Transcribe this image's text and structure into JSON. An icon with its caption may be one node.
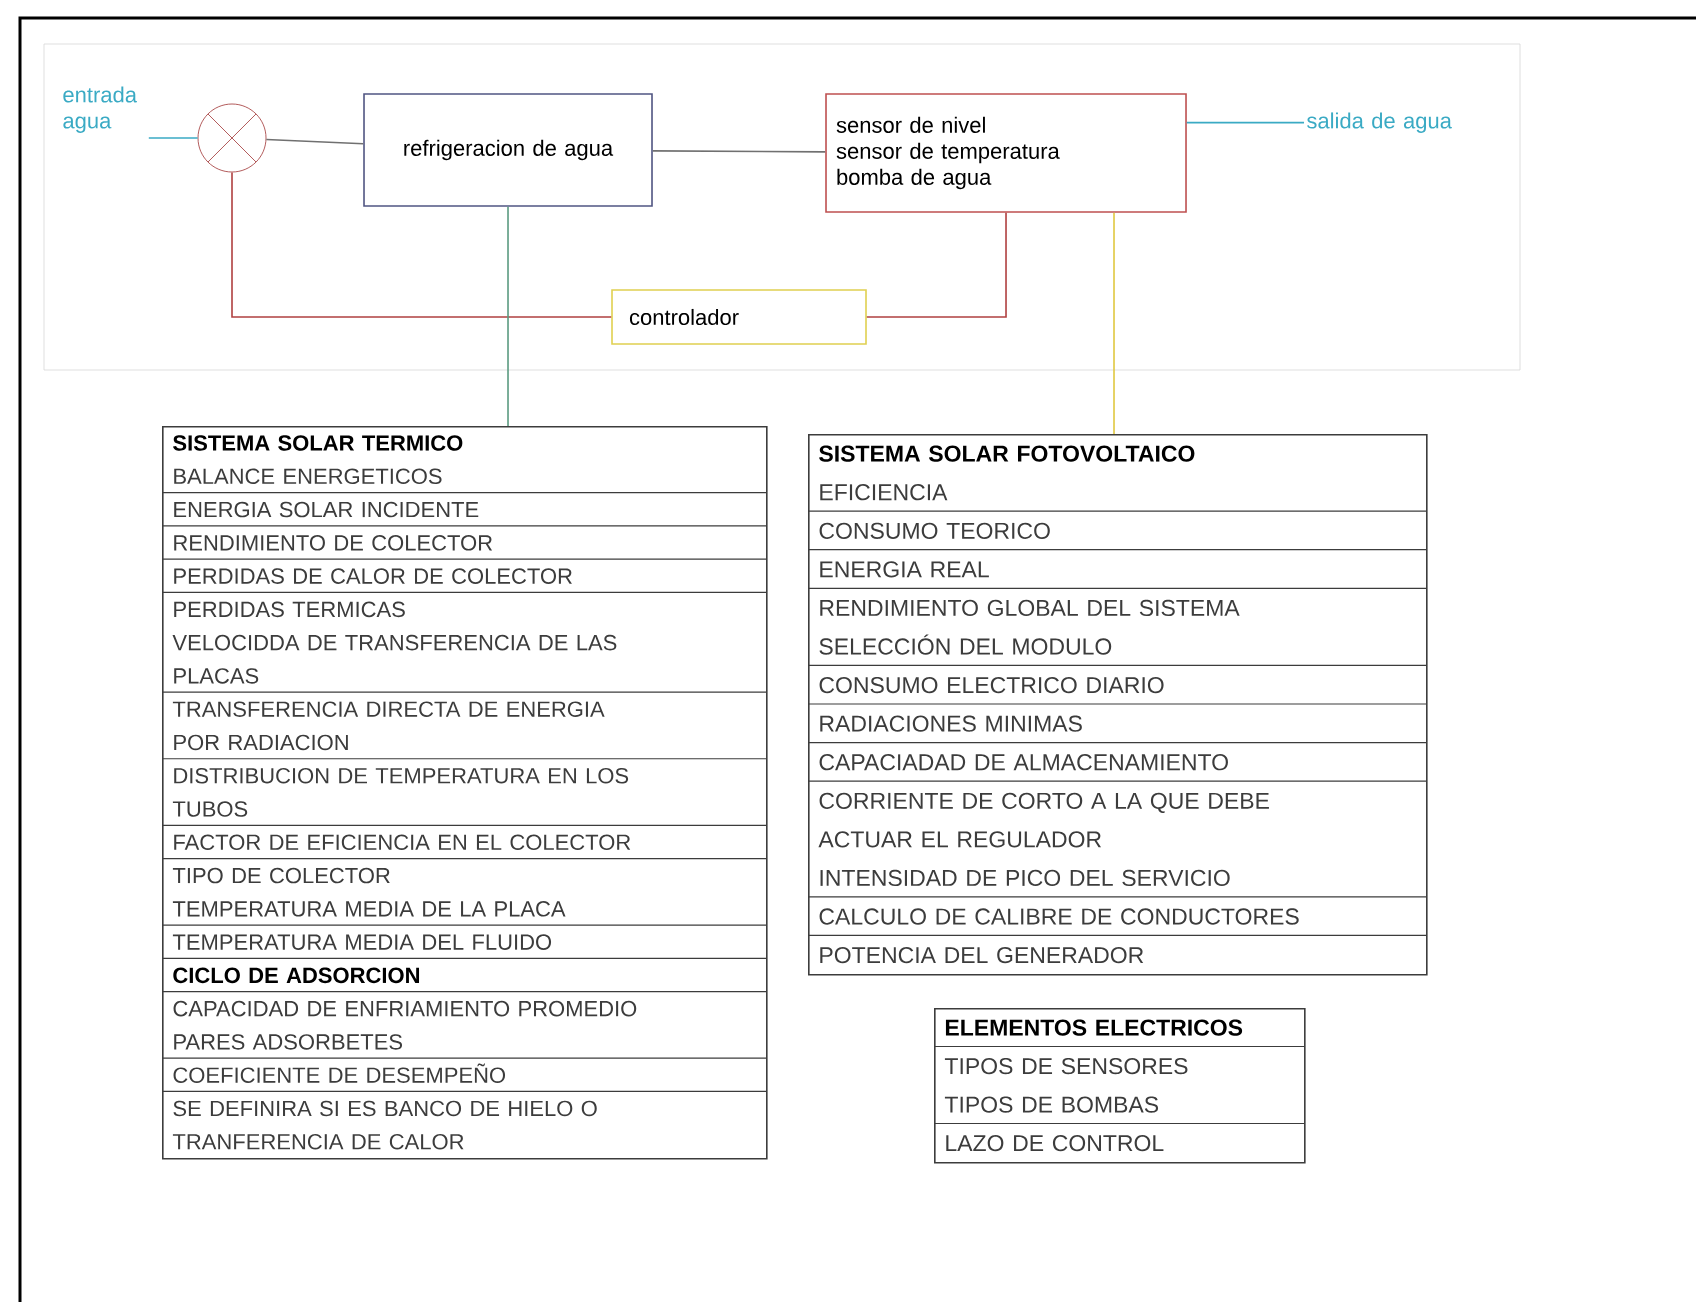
{
  "diagram": {
    "nodes": [
      {
        "text": [
          "entrada agua"
        ]
      },
      {
        "text": [],
        "shape": "circle"
      },
      {
        "text": [
          "refrigeracion de agua"
        ]
      },
      {
        "text": [
          "sensor de nivel",
          "sensor de temperatura",
          "bomba de agua"
        ]
      },
      {
        "text": [
          "salida de agua"
        ]
      },
      {
        "text": [
          "controlador"
        ]
      },
      {
        "text": [
          "SISTEMA SOLAR TERMICO",
          "BALANCE ENERGETICOS",
          "ENERGIA SOLAR INCIDENTE",
          "RENDIMIENTO DE COLECTOR",
          "PERDIDAS DE CALOR DE COLECTOR",
          "PERDIDAS TERMICAS",
          "VELOCIDDA DE TRANSFERENCIA DE LAS PLACAS",
          "TRANSFERENCIA DIRECTA DE ENERGIA POR RADIACION",
          "DISTRIBUCION DE TEMPERATURA EN LOS TUBOS",
          "FACTOR DE EFICIENCIA EN EL COLECTOR",
          "TIPO DE COLECTOR",
          "TEMPERATURA MEDIA DE LA PLACA",
          "TEMPERATURA MEDIA DEL FLUIDO",
          "CICLO DE ADSORCION",
          "CAPACIDAD DE ENFRIAMIENTO PROMEDIO",
          "PARES ADSORBETES",
          "COEFICIENTE DE DESEMPEÑO",
          "SE DEFINIRA SI ES BANCO DE HIELO O TRANFERENCIA DE CALOR"
        ]
      },
      {
        "text": [
          "SISTEMA SOLAR FOTOVOLTAICO",
          "EFICIENCIA",
          "CONSUMO TEORICO",
          "ENERGIA REAL",
          "RENDIMIENTO GLOBAL DEL SISTEMA",
          "SELECCIÓN DEL MODULO",
          "CONSUMO ELECTRICO DIARIO",
          "RADIACIONES MINIMAS",
          "CAPACIADAD DE ALMACENAMIENTO",
          "CORRIENTE DE CORTO A LA QUE DEBE ACTUAR EL REGULADOR",
          "INTENSIDAD DE PICO DEL SERVICIO",
          "CALCULO DE CALIBRE DE CONDUCTORES",
          "POTENCIA DEL GENERADOR"
        ]
      },
      {
        "text": [
          "ELEMENTOS ELECTRICOS",
          "TIPOS DE SENSORES",
          "TIPOS DE BOMBAS",
          "LAZO DE CONTROL"
        ]
      }
    ],
    "edges": [
      {
        "from": 0,
        "to": 1,
        "arrow": "none",
        "color": "#3aaac4"
      },
      {
        "from": 1,
        "to": 2,
        "arrow": "none",
        "color": "#707070"
      },
      {
        "from": 2,
        "to": 3,
        "arrow": "none",
        "color": "#707070"
      },
      {
        "from": 3,
        "to": 4,
        "arrow": "none",
        "color": "#3aaac4"
      },
      {
        "from": 3,
        "to": 5,
        "arrow": "none",
        "color": "#b04040"
      },
      {
        "from": 5,
        "to": 1,
        "arrow": "none",
        "color": "#b04040"
      },
      {
        "from": 2,
        "to": 6,
        "arrow": "none",
        "color": "#5a9a80"
      },
      {
        "from": 3,
        "to": 7,
        "arrow": "none",
        "color": "#e0c840"
      }
    ]
  }
}
